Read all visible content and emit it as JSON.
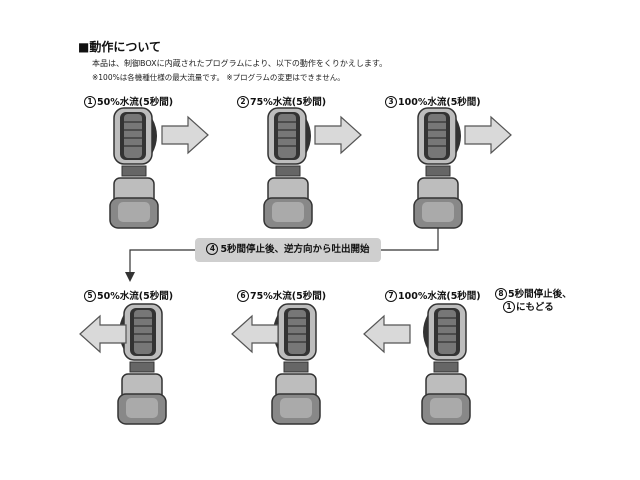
{
  "heading": "■動作について",
  "description": [
    "本品は、制御BOXに内蔵されたプログラムにより、以下の動作をくりかえします。",
    "※100%は各機種仕様の最大流量です。 ※プログラムの変更はできません。"
  ],
  "steps": [
    {
      "num": "1",
      "label": "50%水流(5秒間)",
      "direction": "right",
      "flow": 50
    },
    {
      "num": "2",
      "label": "75%水流(5秒間)",
      "direction": "right",
      "flow": 75
    },
    {
      "num": "3",
      "label": "100%水流(5秒間)",
      "direction": "right",
      "flow": 100
    },
    {
      "num": "7",
      "label": "100%水流(5秒間)",
      "direction": "left",
      "flow": 100
    },
    {
      "num": "6",
      "label": "75%水流(5秒間)",
      "direction": "left",
      "flow": 75
    },
    {
      "num": "5",
      "label": "50%水流(5秒間)",
      "direction": "left",
      "flow": 50
    }
  ],
  "reverse_step": {
    "num": "4",
    "label": "5秒間停止後、逆方向から吐出開始"
  },
  "final_step": {
    "num": "8",
    "line1": "5秒間停止後、",
    "line2_num": "1",
    "line2": "にもどる"
  },
  "colors": {
    "arrow_fill": "#d9d9d9",
    "arrow_stroke": "#555555",
    "banner": "#cfcfcf",
    "pump_dark": "#333333",
    "pump_light": "#bdbdbd"
  }
}
